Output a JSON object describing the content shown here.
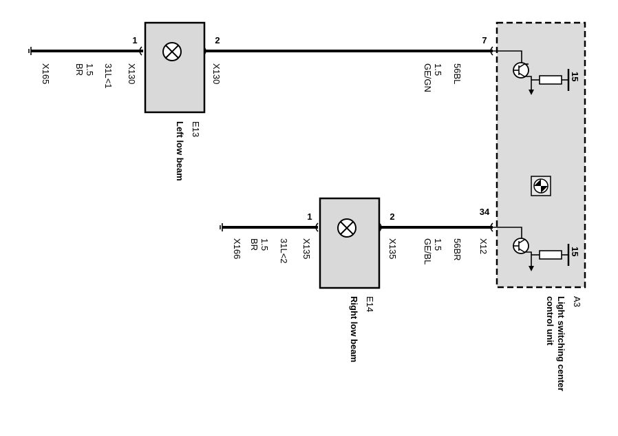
{
  "components": {
    "e13": {
      "id": "E13",
      "name": "Left low beam",
      "pin_left": "1",
      "pin_right": "2",
      "conn_left": "X130",
      "conn_right": "X130"
    },
    "e14": {
      "id": "E14",
      "name": "Right low beam",
      "pin_left": "1",
      "pin_right": "2",
      "conn_left": "X135",
      "conn_right": "X135"
    },
    "a3": {
      "id": "A3",
      "name_line1": "Light switching center",
      "name_line2": "control unit",
      "pin_top": "7",
      "pin_bottom": "34",
      "conn_bottom": "X12",
      "supply_top": "15",
      "supply_bottom": "15"
    }
  },
  "wires": {
    "left_ground_top": {
      "connector": "X165",
      "color": "BR",
      "size": "1.5",
      "label": "31L<1"
    },
    "left_ground_bottom": {
      "connector": "X166",
      "color": "BR",
      "size": "1.5",
      "label": "31L<2"
    },
    "feed_top": {
      "label": "56BL",
      "size": "1.5",
      "color": "GE/GN"
    },
    "feed_bottom": {
      "label": "56BR",
      "size": "1.5",
      "color": "GE/BL"
    }
  },
  "colors": {
    "line": "#000000",
    "lamp_fill": "#d9d9d9",
    "module_fill": "#dcdcdc"
  }
}
